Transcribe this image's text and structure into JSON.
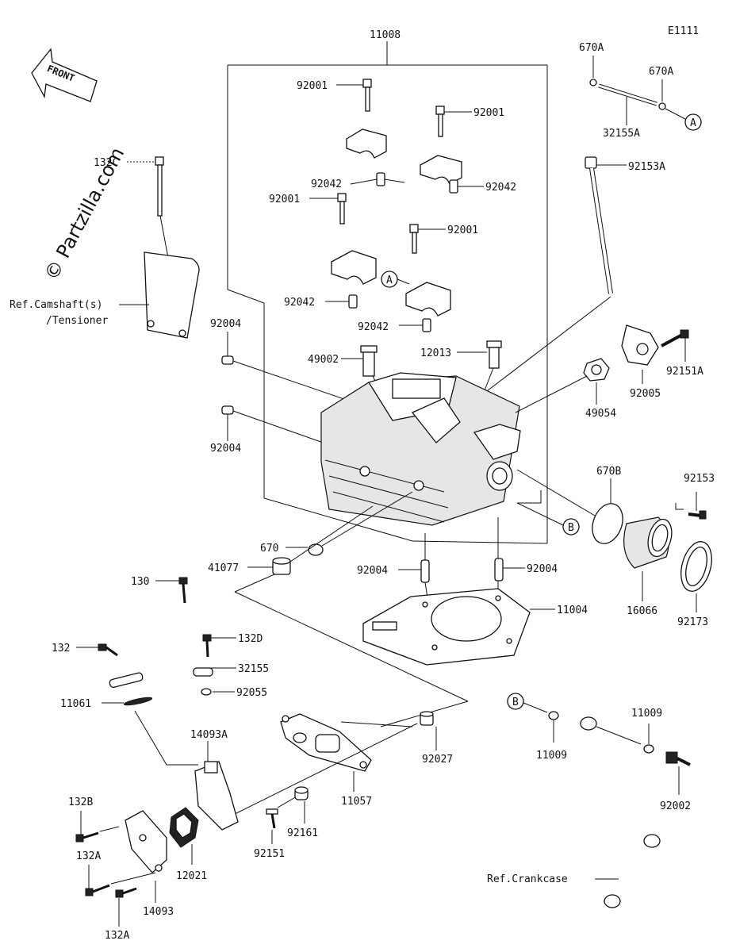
{
  "diagram_code": "E1111",
  "front_label": "FRONT",
  "watermark": "© Partzilla.com",
  "refs": {
    "camshaft_line1": "Ref.Camshaft(s)",
    "camshaft_line2": "/Tensioner",
    "crankcase": "Ref.Crankcase"
  },
  "callouts": {
    "A_top": "A",
    "A_mid": "A",
    "B_mid": "B",
    "B_low": "B"
  },
  "labels": {
    "p11008": "11008",
    "p670A_1": "670A",
    "p670A_2": "670A",
    "p32155A": "32155A",
    "p92001_1": "92001",
    "p92001_2": "92001",
    "p92001_3": "92001",
    "p92001_4": "92001",
    "p92042_1": "92042",
    "p92042_2": "92042",
    "p92042_3": "92042",
    "p92042_4": "92042",
    "p132C": "132C",
    "p92153A": "92153A",
    "p92004_1": "92004",
    "p92004_2": "92004",
    "p92004_3": "92004",
    "p92004_4": "92004",
    "p49002": "49002",
    "p12013": "12013",
    "p92151A": "92151A",
    "p49054": "49054",
    "p92005": "92005",
    "p670B": "670B",
    "p92153": "92153",
    "p670": "670",
    "p41077": "41077",
    "p11004": "11004",
    "p16066": "16066",
    "p92173": "92173",
    "p130": "130",
    "p132D": "132D",
    "p132": "132",
    "p32155": "32155",
    "p92055": "92055",
    "p11061": "11061",
    "p14093A": "14093A",
    "p92027": "92027",
    "p11009_1": "11009",
    "p11009_2": "11009",
    "p92002": "92002",
    "p11057": "11057",
    "p132B": "132B",
    "p132A_1": "132A",
    "p132A_2": "132A",
    "p92161": "92161",
    "p92151": "92151",
    "p12021": "12021",
    "p14093": "14093"
  }
}
